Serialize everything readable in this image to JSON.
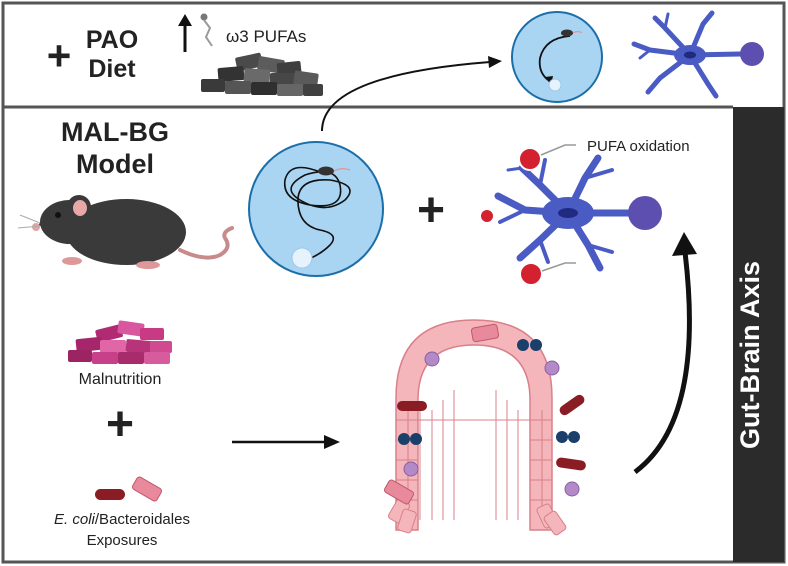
{
  "top_panel": {
    "plus": "+",
    "diet_line1": "PAO",
    "diet_line2": "Diet",
    "omega_label": "ω3 PUFAs"
  },
  "main_panel": {
    "model_line1": "MAL-BG",
    "model_line2": "Model",
    "plus_brain": "+",
    "pufa_oxidation": "PUFA oxidation",
    "malnutrition": "Malnutrition",
    "plus_exposures": "+",
    "exposures_italic": "E. coli",
    "exposures_rest": "/Bacteroidales",
    "exposures_line2": "Exposures",
    "side_label": "Gut-Brain Axis"
  },
  "colors": {
    "frame": "#555555",
    "side_bar": "#2b2b2b",
    "water_maze": "#a9d5f3",
    "neuron": "#4a5bc4",
    "neuron_body": "#5d4fb0",
    "oxidation_dot": "#d42130",
    "malnutrition": "#c93a84",
    "ecoli": "#8a1c24",
    "bacteroidales": "#e98a9c",
    "villus": "#f4b6ba",
    "bacteria_blue": "#1b3f6b",
    "bacteria_purple": "#b38ac7"
  }
}
